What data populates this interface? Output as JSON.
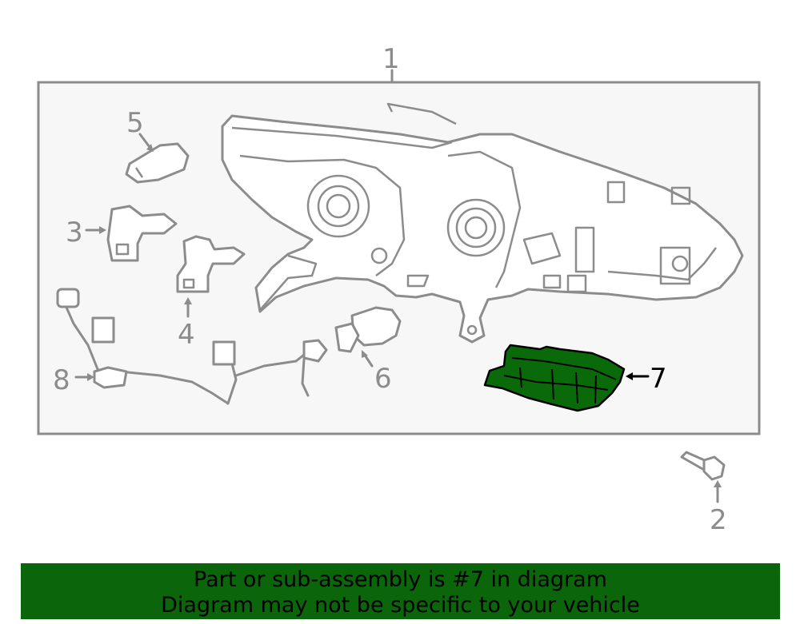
{
  "callouts": {
    "c1": "1",
    "c2": "2",
    "c3": "3",
    "c4": "4",
    "c5": "5",
    "c6": "6",
    "c7": "7",
    "c8": "8"
  },
  "highlighted_part": "7",
  "colors": {
    "highlight": "#0a6a0a",
    "banner": "#0b650b",
    "line": "#8c8c8c",
    "box_fill": "#f7f7f7"
  },
  "banner": {
    "line1": "Part or sub-assembly is #7 in diagram",
    "line2": "Diagram may not be specific to your vehicle"
  }
}
